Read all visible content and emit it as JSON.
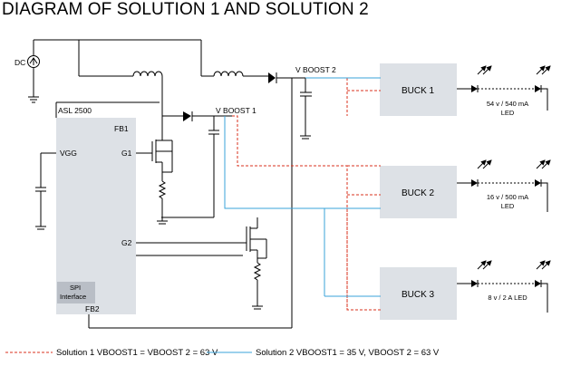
{
  "title": "DIAGRAM OF SOLUTION 1 AND SOLUTION 2",
  "labels": {
    "dc": "DC",
    "chip": "ASL 2500",
    "fb1": "FB1",
    "vgg": "VGG",
    "g1": "G1",
    "g2": "G2",
    "fb2": "FB2",
    "spi_line1": "SPI",
    "spi_line2": "Interface",
    "vboost1": "V BOOST 1",
    "vboost2": "V BOOST 2"
  },
  "bucks": [
    {
      "name": "BUCK 1",
      "led_line1": "54 v / 540 mA",
      "led_line2": "LED"
    },
    {
      "name": "BUCK 2",
      "led_line1": "16 v / 500 mA",
      "led_line2": "LED"
    },
    {
      "name": "BUCK 3",
      "led_line1": "8 v / 2 A LED",
      "led_line2": ""
    }
  ],
  "legend": {
    "solution1": "Solution 1 VBOOST1 = VBOOST 2 = 63 V",
    "solution2": "Solution 2 VBOOST1 = 35 V, VBOOST 2 = 63 V"
  },
  "colors": {
    "solution1_line": "#d9321e",
    "solution2_line": "#3aa3d8",
    "block_fill": "#dde1e6",
    "spi_fill": "#b9bec6"
  }
}
